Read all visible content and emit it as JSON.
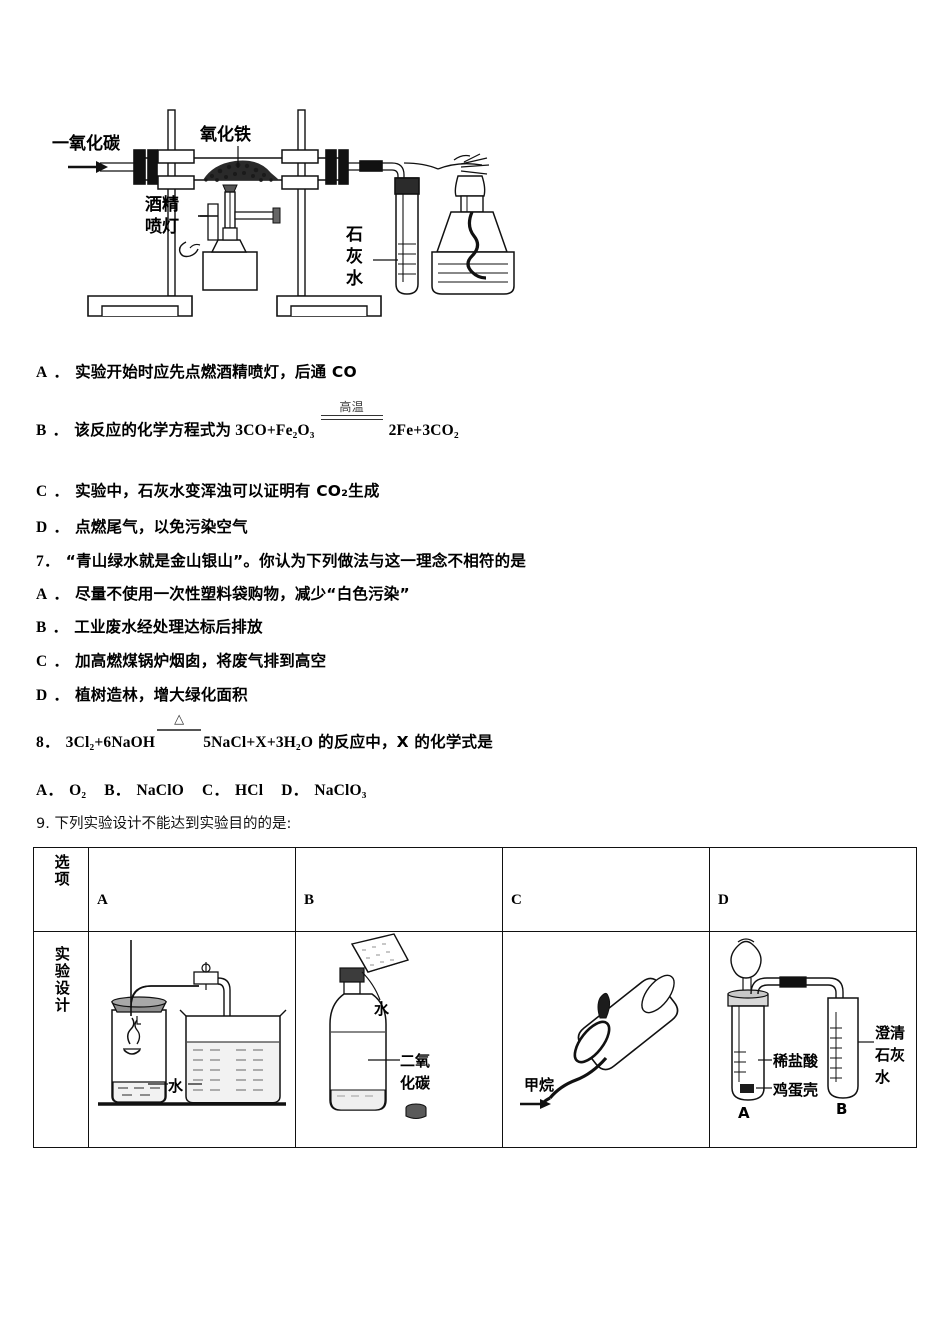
{
  "figure_top": {
    "name": "co-reduces-iron-oxide-apparatus",
    "labels": {
      "inlet_gas": "一氧化碳",
      "sample": "氧化铁",
      "burner": "酒精\n喷灯",
      "burner_line1": "酒精",
      "burner_line2": "喷灯",
      "limewater_char1": "石",
      "limewater_char2": "灰",
      "limewater_char3": "水"
    }
  },
  "questions": [
    {
      "id": "q6-options",
      "options": [
        {
          "letter": "A",
          "text": "实验开始时应先点燃酒精喷灯，后通 CO"
        },
        {
          "letter": "B",
          "text": "该反应的化学方程式为",
          "equation": {
            "left": "3CO+Fe₂O₃",
            "condition": "高温",
            "right": "2Fe+3CO₂"
          }
        },
        {
          "letter": "C",
          "text": "实验中，石灰水变浑浊可以证明有 CO₂生成"
        },
        {
          "letter": "D",
          "text": "点燃尾气，以免污染空气"
        }
      ]
    },
    {
      "id": "q7",
      "number": "7．",
      "stem": "“青山绿水就是金山银山”。你认为下列做法与这一理念不相符的是",
      "options": [
        {
          "letter": "A",
          "text": "尽量不使用一次性塑料袋购物，减少“白色污染”"
        },
        {
          "letter": "B",
          "text": "工业废水经处理达标后排放"
        },
        {
          "letter": "C",
          "text": "加高燃煤锅炉烟囱，将废气排到高空"
        },
        {
          "letter": "D",
          "text": "植树造林，增大绿化面积"
        }
      ]
    },
    {
      "id": "q8",
      "number": "8．",
      "equation": {
        "left": "3Cl₂+6NaOH",
        "condition": "△",
        "right": "5NaCl+X+3H₂O"
      },
      "stem_tail": "的反应中，X 的化学式是",
      "options_inline": [
        {
          "letter": "A．",
          "text": "O₂"
        },
        {
          "letter": "B．",
          "text": "NaClO"
        },
        {
          "letter": "C．",
          "text": "HCl"
        },
        {
          "letter": "D．",
          "text": "NaClO₃"
        }
      ]
    },
    {
      "id": "q9",
      "number": "9.",
      "stem": "下列实验设计不能达到实验目的的是:"
    }
  ],
  "table": {
    "row_labels": {
      "options_row": "选项",
      "design_row": "实验设计"
    },
    "columns": [
      "A",
      "B",
      "C",
      "D"
    ],
    "cells": [
      {
        "column": "A",
        "figure": "burning-spoon-in-bottle-with-beaker",
        "labels": {
          "water": "水"
        }
      },
      {
        "column": "B",
        "figure": "plastic-bottle-with-co2-and-water",
        "labels": {
          "water": "水",
          "co2_line1": "二氧",
          "co2_line2": "化碳"
        }
      },
      {
        "column": "C",
        "figure": "methane-flame-under-inverted-beaker",
        "labels": {
          "methane": "甲烷"
        }
      },
      {
        "column": "D",
        "figure": "eggshell-hcl-gas-to-limewater",
        "labels": {
          "dilute_hcl": "稀盐酸",
          "eggshell": "鸡蛋壳",
          "tube_a": "A",
          "tube_b": "B",
          "limewater_line1": "澄清",
          "limewater_line2": "石灰",
          "limewater_line3": "水"
        }
      }
    ]
  }
}
